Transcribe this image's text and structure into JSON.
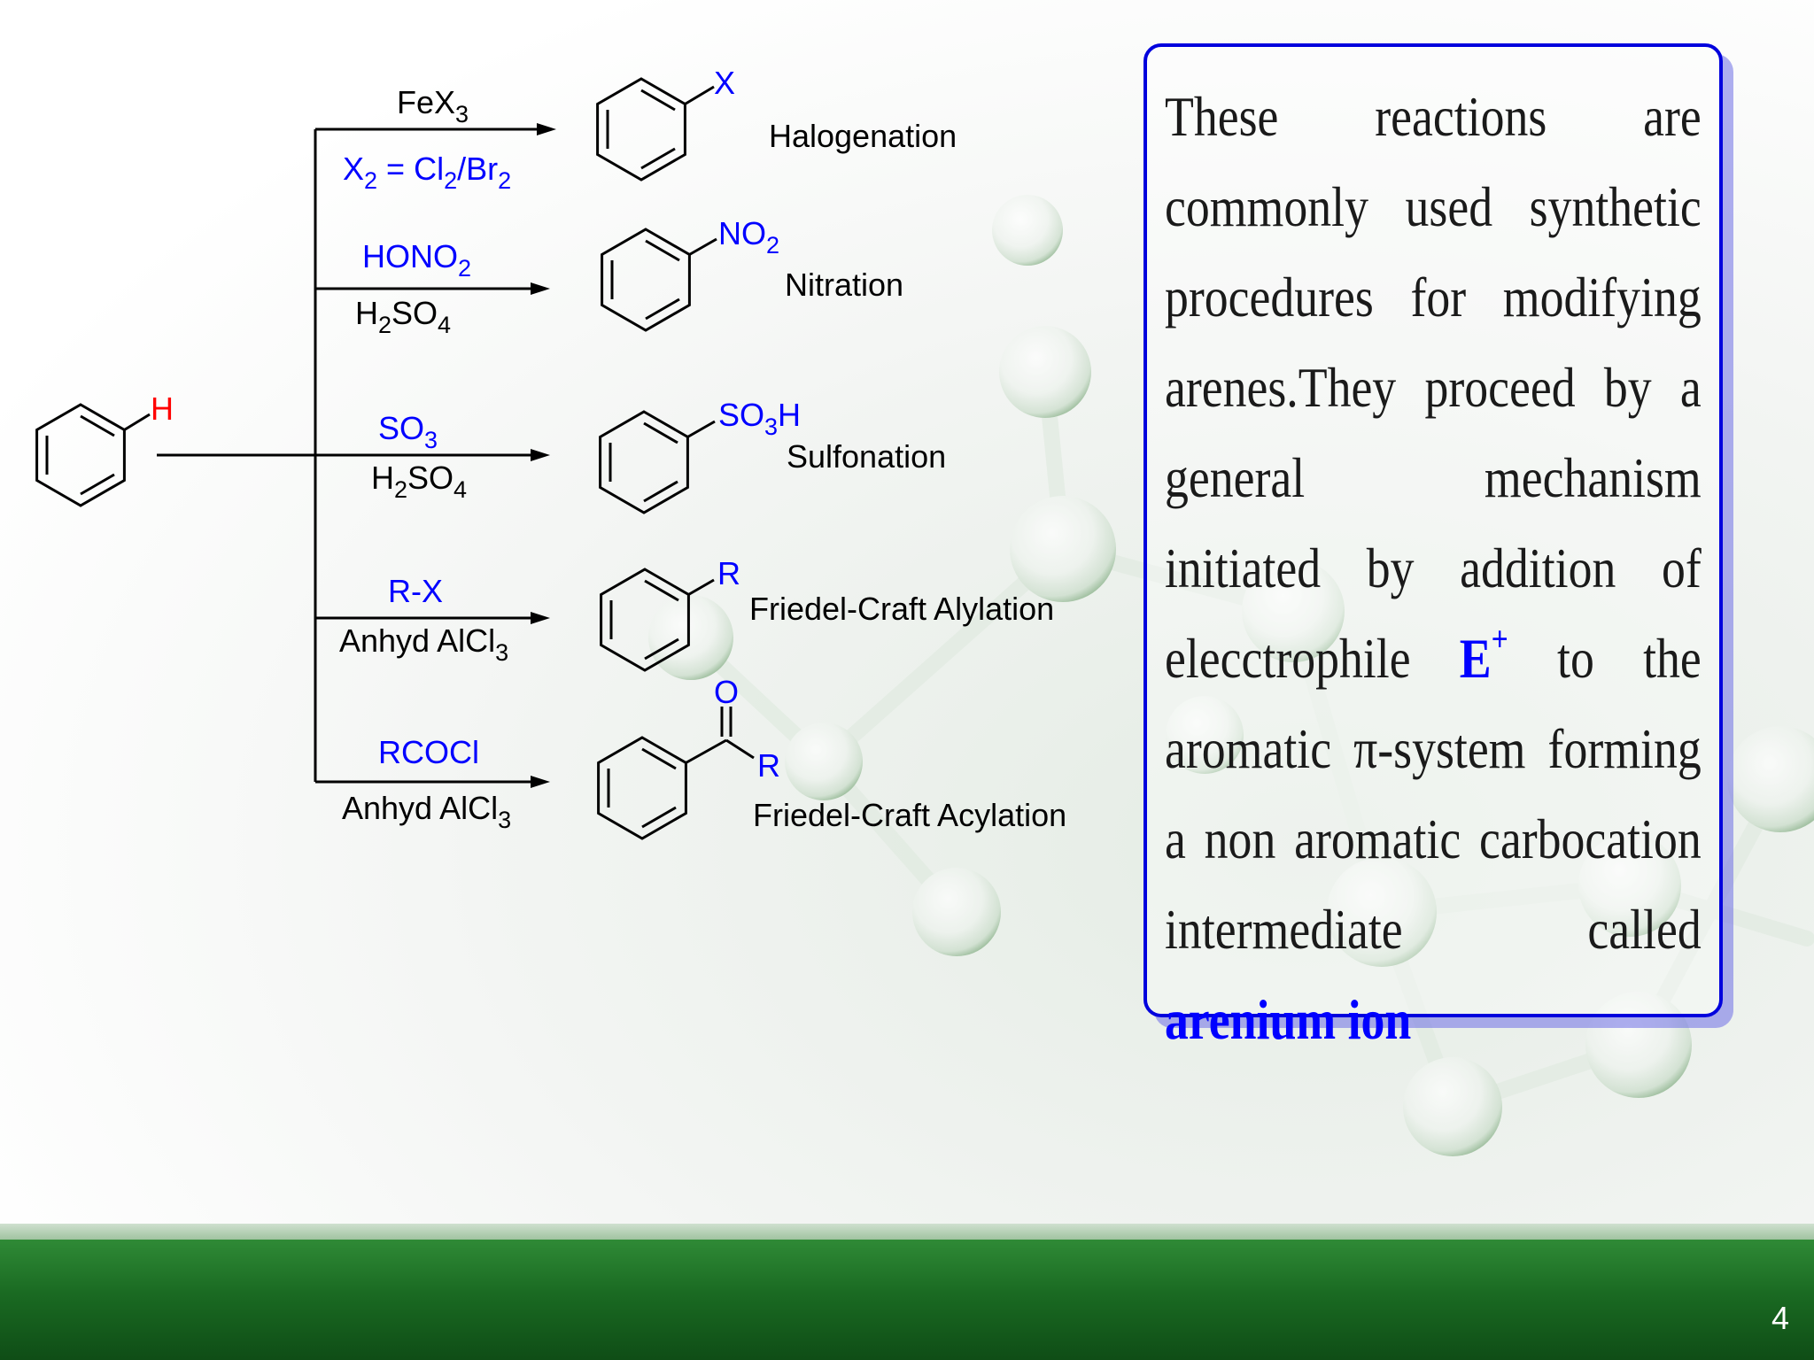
{
  "scheme": {
    "start_atom": "H",
    "reactions": [
      {
        "reagents_top": {
          "main": "FeX",
          "sub": "3"
        },
        "reagents_bottom": {
          "main": [
            "X",
            " = Cl",
            "/Br"
          ],
          "sub": [
            "2",
            "2",
            "2"
          ]
        },
        "substituent": "X",
        "name": "Halogenation"
      },
      {
        "reagents_top": {
          "main": "HONO",
          "sub": "2"
        },
        "reagents_bottom": {
          "main": [
            "H",
            "SO"
          ],
          "sub": [
            "2",
            "4"
          ]
        },
        "substituent": {
          "main": "NO",
          "sub": "2"
        },
        "name": "Nitration"
      },
      {
        "reagents_top": {
          "main": "SO",
          "sub": "3"
        },
        "reagents_bottom": {
          "main": [
            "H",
            "SO"
          ],
          "sub": [
            "2",
            "4"
          ]
        },
        "substituent": {
          "main": "SO",
          "sub": "3",
          "tail": "H"
        },
        "name": "Sulfonation"
      },
      {
        "reagents_top": {
          "main": "R-X"
        },
        "reagents_bottom": {
          "main": "Anhyd AlCl",
          "sub": "3"
        },
        "substituent": "R",
        "name": "Friedel-Craft Alylation"
      },
      {
        "reagents_top": {
          "main": "RCOCl"
        },
        "reagents_bottom": {
          "main": "Anhyd AlCl",
          "sub": "3"
        },
        "substituent_o": "O",
        "substituent_r": "R",
        "name": "Friedel-Craft Acylation"
      }
    ]
  },
  "explanation": {
    "part1": "These reactions are commonly used synthetic procedures for modifying arenes.They proceed by a general mechanism initiated by addition of elecctrophile ",
    "electrophile": "E",
    "electrophile_charge": "+",
    "part2": " to the aromatic π-system forming a non aromatic carbocation intermediate called ",
    "highlight": "arenium ion"
  },
  "footer": {
    "page_number": "4"
  },
  "colors": {
    "accent_blue": "#0000ff",
    "highlight_red": "#ff0000",
    "footer_green": "#1a6a22"
  }
}
